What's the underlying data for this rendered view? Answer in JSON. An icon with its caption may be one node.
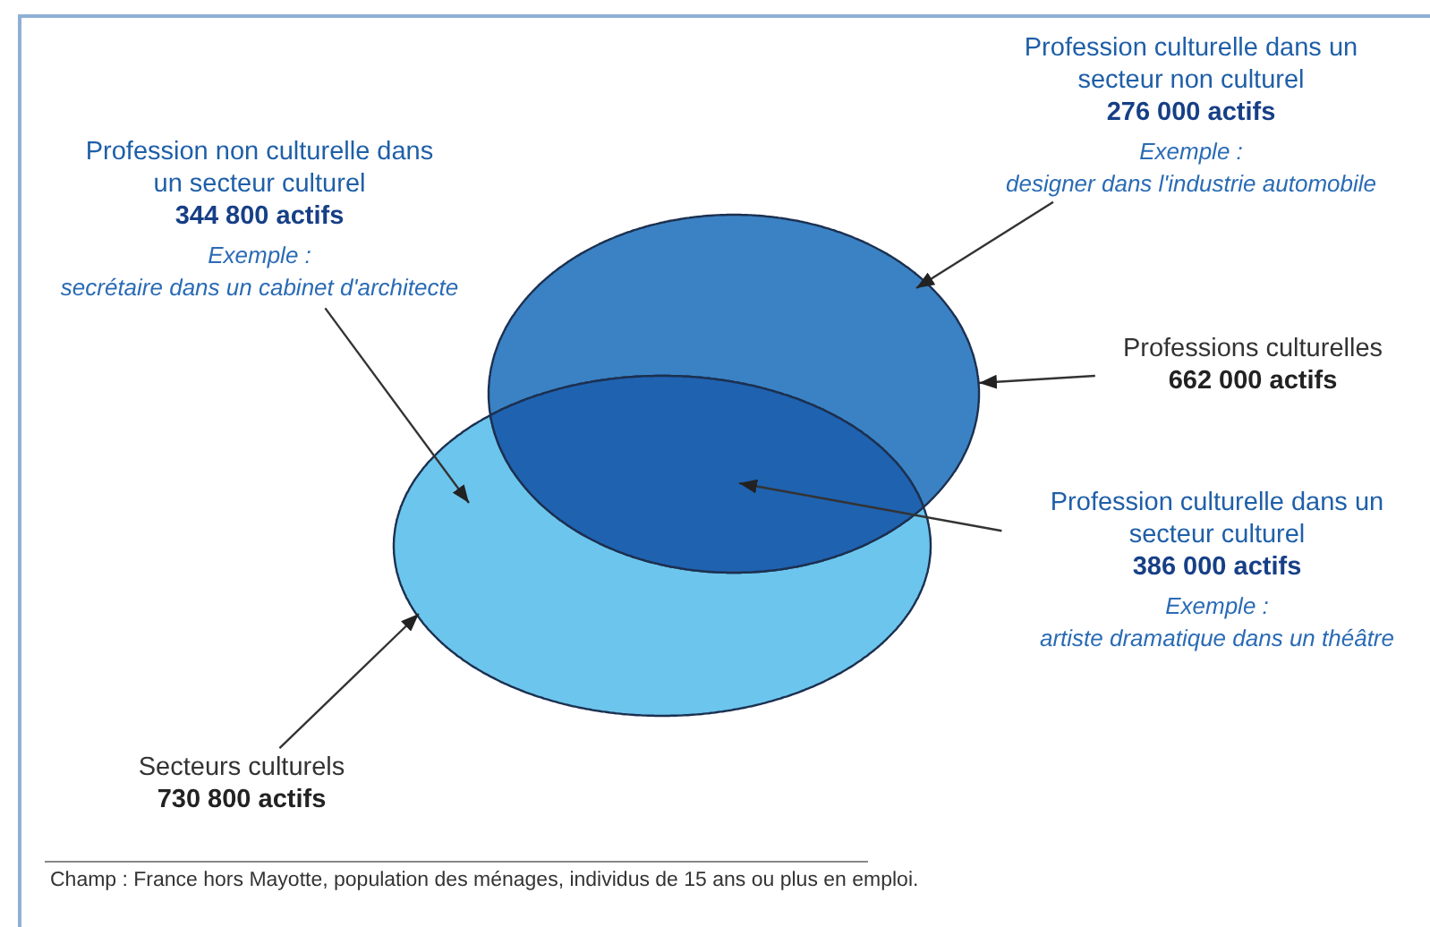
{
  "diagram": {
    "nodes": [
      {
        "text": [
          "Profession non culturelle dans un secteur culturel",
          "344 800 actifs",
          "Exemple :",
          "secrétaire dans un cabinet d'architecte"
        ]
      },
      {
        "text": [
          "Profession culturelle dans un secteur non culturel",
          "276 000 actifs",
          "Exemple :",
          "designer dans l'industrie automobile"
        ]
      },
      {
        "text": [
          "Professions culturelles",
          "662 000 actifs"
        ]
      },
      {
        "text": [
          "Profession culturelle dans un secteur culturel",
          "386 000 actifs",
          "Exemple :",
          "artiste dramatique dans un théâtre"
        ]
      },
      {
        "text": [
          "Secteurs culturels",
          "730 800 actifs"
        ]
      },
      {
        "text": [],
        "shape": "crescent"
      },
      {
        "text": [],
        "shape": "crescent"
      },
      {
        "text": [],
        "shape": "lens"
      }
    ],
    "edges": [
      {
        "from": 0,
        "to": 5,
        "arrow": "to"
      },
      {
        "from": 1,
        "to": 6,
        "arrow": "to"
      },
      {
        "from": 2,
        "to": 6,
        "arrow": "to"
      },
      {
        "from": 3,
        "to": 7,
        "arrow": "to"
      },
      {
        "from": 4,
        "to": 5,
        "arrow": "to"
      }
    ],
    "caption": "Champ : France hors Mayotte, population des ménages, individus de 15 ans ou plus en emploi."
  }
}
